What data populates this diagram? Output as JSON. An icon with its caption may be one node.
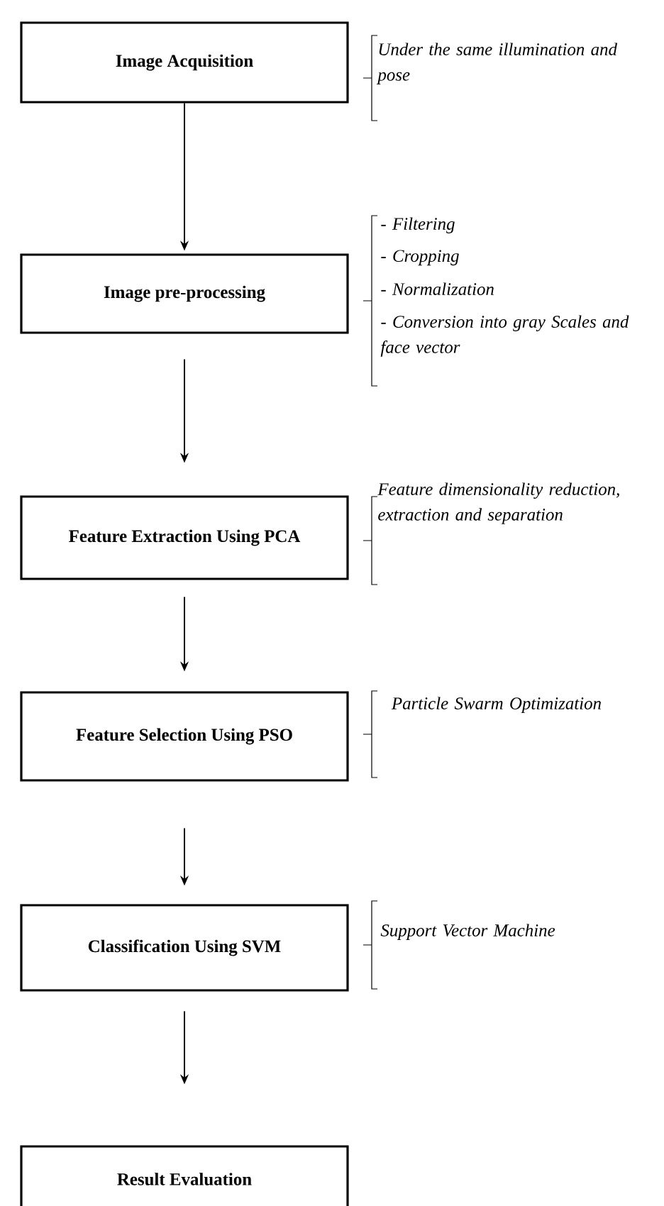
{
  "diagram": {
    "nodes": [
      {
        "text": [
          "Image Acquisition"
        ],
        "beside": [
          "Under the same illumination and pose"
        ]
      },
      {
        "text": [
          "Image pre-processing"
        ],
        "beside": [
          "- Filtering",
          "- Cropping",
          "- Normalization",
          "- Conversion into gray Scales and face vector"
        ]
      },
      {
        "text": [
          "Feature Extraction Using PCA"
        ],
        "beside": [
          "Feature dimensionality reduction, extraction and separation"
        ]
      },
      {
        "text": [
          "Feature Selection Using PSO"
        ],
        "beside": [
          "Particle Swarm Optimization"
        ]
      },
      {
        "text": [
          "Classification Using SVM"
        ],
        "beside": [
          "Support Vector Machine"
        ]
      },
      {
        "text": [
          "Result Evaluation"
        ]
      }
    ],
    "edges": [
      {
        "from": 0,
        "to": 1,
        "arrow": "to"
      },
      {
        "from": 1,
        "to": 2,
        "arrow": "to"
      },
      {
        "from": 2,
        "to": 3,
        "arrow": "to"
      },
      {
        "from": 3,
        "to": 4,
        "arrow": "to"
      },
      {
        "from": 4,
        "to": 5,
        "arrow": "to"
      }
    ]
  }
}
